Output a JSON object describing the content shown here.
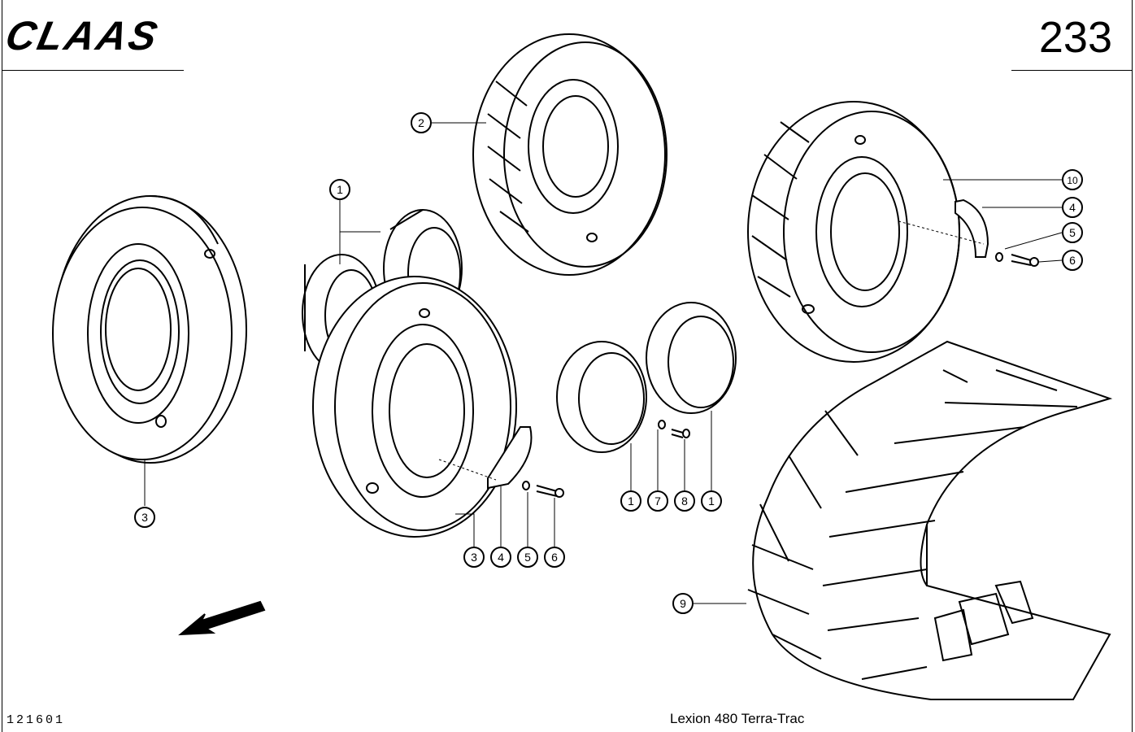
{
  "header": {
    "brand": "CLAAS",
    "page_number": "233"
  },
  "footer": {
    "document_code": "121601",
    "model": "Lexion 480 Terra-Trac"
  },
  "callouts": [
    {
      "label": "1"
    },
    {
      "label": "1"
    },
    {
      "label": "1"
    },
    {
      "label": "2"
    },
    {
      "label": "3"
    },
    {
      "label": "3"
    },
    {
      "label": "4"
    },
    {
      "label": "4"
    },
    {
      "label": "5"
    },
    {
      "label": "5"
    },
    {
      "label": "6"
    },
    {
      "label": "6"
    },
    {
      "label": "7"
    },
    {
      "label": "8"
    },
    {
      "label": "9"
    },
    {
      "label": "10"
    }
  ],
  "colors": {
    "ink": "#000000",
    "paper": "#ffffff"
  },
  "icons": [
    "direction-arrow-icon"
  ]
}
